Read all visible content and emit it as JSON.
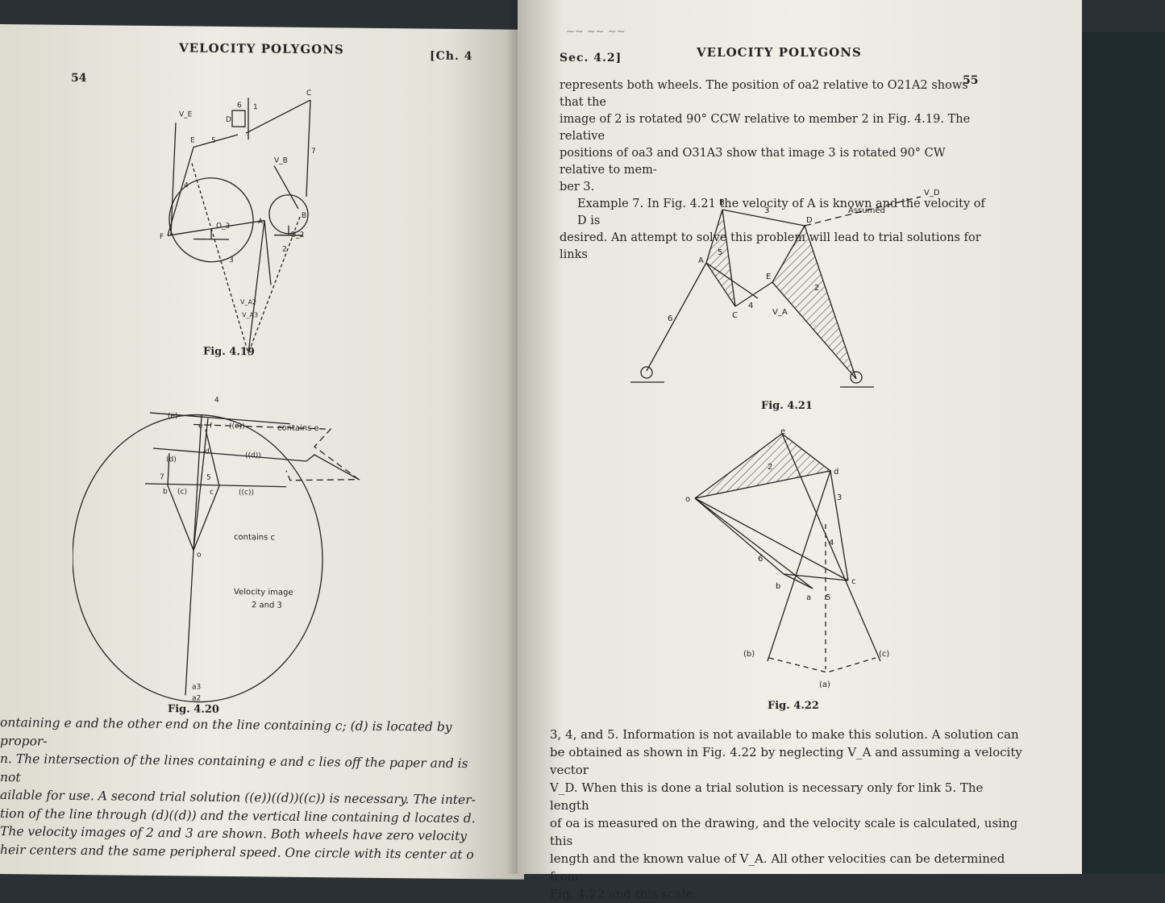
{
  "left_page": {
    "running_head": "VELOCITY POLYGONS",
    "chapter_label": "[Ch. 4",
    "page_number": "54",
    "fig_4_19": {
      "caption": "Fig. 4.19",
      "labels": [
        "V_E",
        "E",
        "5",
        "D",
        "6",
        "1",
        "C",
        "7",
        "4",
        "V_B",
        "F",
        "O_3",
        "A",
        "O_2",
        "B",
        "3",
        "2",
        "V_A2",
        "V_A3"
      ]
    },
    "fig_4_20": {
      "caption": "Fig. 4.20",
      "contains_e": "contains e",
      "contains_c": "contains c",
      "velocity_image_1": "Velocity image",
      "velocity_image_2": "2 and 3",
      "labels": [
        "4",
        "(e)",
        "e",
        "f",
        "((e))",
        "(d)",
        "d",
        "((d))",
        "7",
        "5",
        "b",
        "(c)",
        "c",
        "((c))",
        "o",
        "a3",
        "a2"
      ]
    },
    "text_lines": [
      "ontaining e and the other end on the line containing c; (d) is located by propor-",
      "n. The intersection of the lines containing e and c lies off the paper and is not",
      "ailable for use. A second trial solution ((e))((d))((c)) is necessary. The inter-",
      "tion of the line through (d)((d)) and the vertical line containing d locates d.",
      "The velocity images of 2 and 3 are shown. Both wheels have zero velocity",
      "heir centers and the same peripheral speed. One circle with its center at o"
    ]
  },
  "right_page": {
    "section_label": "Sec. 4.2]",
    "running_head": "VELOCITY POLYGONS",
    "page_number": "55",
    "text_top_lines": [
      "represents both wheels. The position of oa2 relative to O21A2 shows that the",
      "image of 2 is rotated 90° CCW relative to member 2 in Fig. 4.19. The relative",
      "positions of oa3 and O31A3 show that image 3 is rotated 90° CW relative to mem-",
      "ber 3."
    ],
    "example_lines": [
      "Example 7. In Fig. 4.21 the velocity of A is known and the velocity of D is",
      "desired. An attempt to solve this problem will lead to trial solutions for links"
    ],
    "fig_4_21": {
      "caption": "Fig. 4.21",
      "assumed": "Assumed",
      "labels": [
        "B",
        "3",
        "D",
        "V_D",
        "A",
        "5",
        "E",
        "2",
        "C",
        "4",
        "V_A",
        "6"
      ]
    },
    "fig_4_22": {
      "caption": "Fig. 4.22",
      "labels": [
        "e",
        "2",
        "d",
        "o",
        "3",
        "4",
        "6",
        "b",
        "a",
        "c",
        "5",
        "(b)",
        "(c)",
        "(a)"
      ]
    },
    "text_bottom_lines": [
      "3, 4, and 5. Information is not available to make this solution. A solution can",
      "be obtained as shown in Fig. 4.22 by neglecting V_A and assuming a velocity vector",
      "V_D. When this is done a trial solution is necessary only for link 5. The length",
      "of oa is measured on the drawing, and the velocity scale is calculated, using this",
      "length and the known value of V_A. All other velocities can be determined from",
      "Fig. 4.22 and this scale."
    ]
  }
}
